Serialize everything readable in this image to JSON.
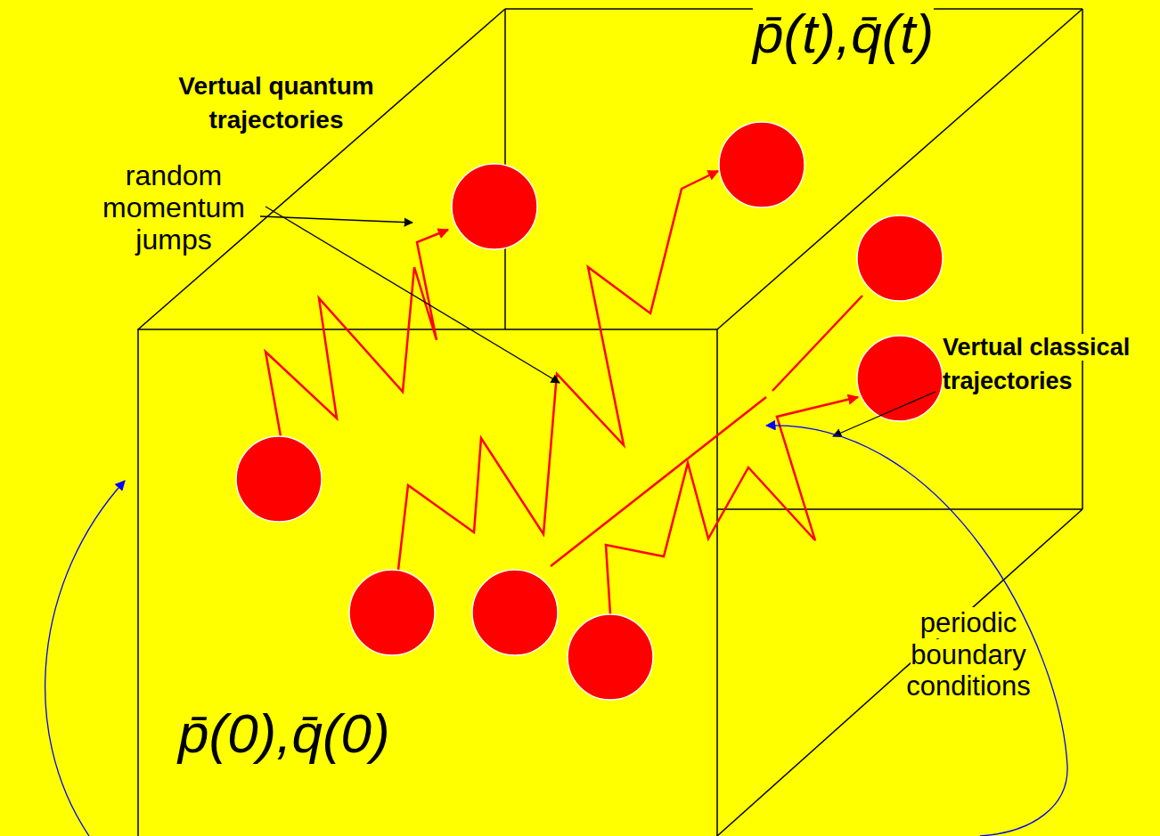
{
  "diagram": {
    "labels": [
      "Vertual quantum trajectories",
      "random momentum jumps",
      "Vertual classical trajectories",
      "p̄(t),q̄(t)",
      "p̄(0),q̄(0)",
      "periodic boundary conditions"
    ]
  }
}
